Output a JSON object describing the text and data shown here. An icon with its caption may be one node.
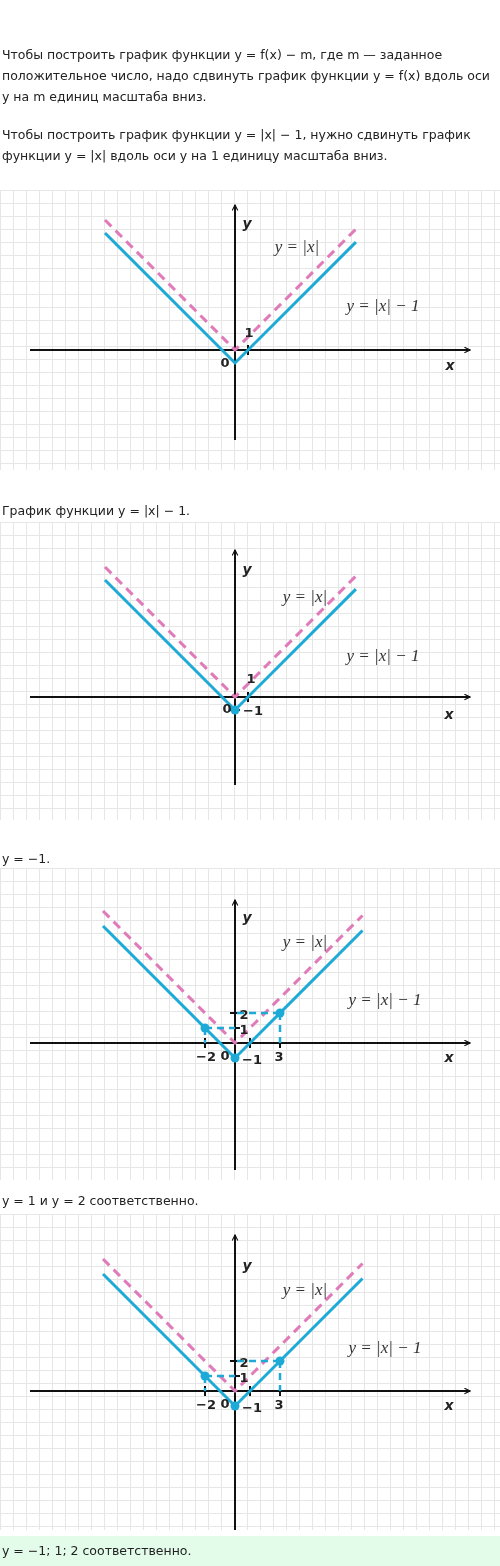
{
  "diagram": {
    "labels": [
      "Чтобы построить график функции y = f(x) − m, где m — заданное положительное число, надо сдвинуть график функции y = f(x) вдоль оси y на m единиц масштаба вниз.",
      "Чтобы построить график функции y = |x| − 1, нужно сдвинуть график функции y = |x| вдоль оси y на 1 единицу масштаба вниз.",
      "y",
      "y = |x|",
      "y = |x| − 1",
      "1",
      "0",
      "x",
      "График функции y = |x| − 1.",
      "y",
      "y = |x|",
      "y = |x| − 1",
      "1",
      "0",
      "−1",
      "x",
      "y = −1.",
      "y",
      "y = |x|",
      "y = |x| − 1",
      "2",
      "1",
      "−2",
      "0",
      "−1",
      "3",
      "x",
      "y = 1 и y = 2 соответственно.",
      "y",
      "y = |x|",
      "y = |x| − 1",
      "2",
      "1",
      "−2",
      "0",
      "−1",
      "3",
      "x",
      "y = −1; 1; 2 соответственно."
    ]
  }
}
